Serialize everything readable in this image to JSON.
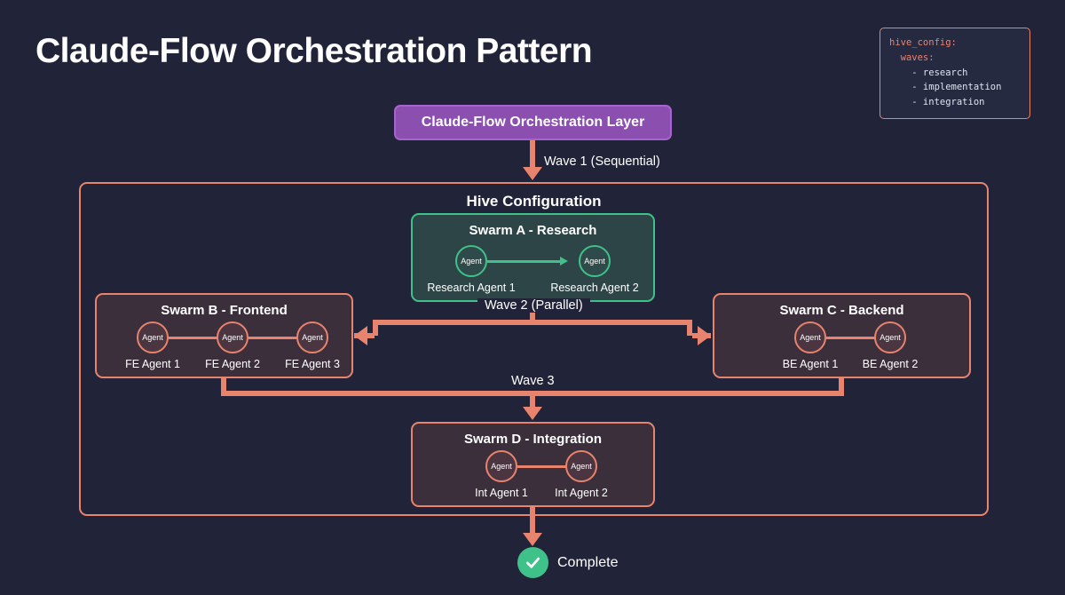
{
  "page": {
    "title": "Claude-Flow Orchestration Pattern",
    "background_color": "#212438"
  },
  "colors": {
    "coral": "#e8836d",
    "green": "#3fc18a",
    "purple": "#8b4fb0",
    "purple_border": "#a763cf",
    "text": "#ffffff"
  },
  "code_panel": {
    "lines": [
      "hive_config:",
      "  waves:",
      "    - research",
      "    - implementation",
      "    - integration"
    ],
    "line1_key": "hive_config:",
    "line2_key": "  waves:",
    "line3": "    - research",
    "line4": "    - implementation",
    "line5": "    - integration"
  },
  "orchestration_layer": {
    "label": "Claude-Flow Orchestration Layer"
  },
  "waves": {
    "wave1": "Wave 1 (Sequential)",
    "wave2": "Wave 2 (Parallel)",
    "wave3": "Wave 3"
  },
  "hive": {
    "title": "Hive Configuration"
  },
  "swarms": {
    "a": {
      "title": "Swarm A - Research",
      "theme": "green",
      "agents": [
        {
          "badge": "Agent",
          "label": "Research Agent 1"
        },
        {
          "badge": "Agent",
          "label": "Research Agent 2"
        }
      ]
    },
    "b": {
      "title": "Swarm B - Frontend",
      "theme": "coral",
      "agents": [
        {
          "badge": "Agent",
          "label": "FE Agent 1"
        },
        {
          "badge": "Agent",
          "label": "FE Agent 2"
        },
        {
          "badge": "Agent",
          "label": "FE Agent 3"
        }
      ]
    },
    "c": {
      "title": "Swarm C - Backend",
      "theme": "coral",
      "agents": [
        {
          "badge": "Agent",
          "label": "BE Agent 1"
        },
        {
          "badge": "Agent",
          "label": "BE Agent 2"
        }
      ]
    },
    "d": {
      "title": "Swarm D - Integration",
      "theme": "coral",
      "agents": [
        {
          "badge": "Agent",
          "label": "Int Agent 1"
        },
        {
          "badge": "Agent",
          "label": "Int Agent 2"
        }
      ]
    }
  },
  "complete": {
    "label": "Complete",
    "icon": "check-icon"
  }
}
